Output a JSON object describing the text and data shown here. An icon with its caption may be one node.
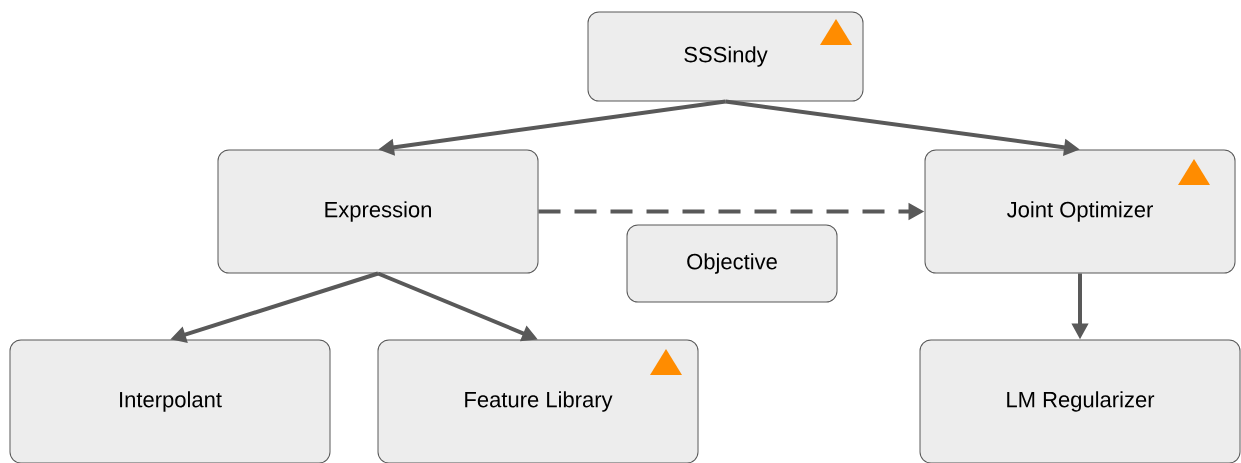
{
  "diagram": {
    "nodes": [
      {
        "text": [
          "SSSindy"
        ]
      },
      {
        "text": [
          "Expression"
        ]
      },
      {
        "text": [
          "Joint Optimizer"
        ]
      },
      {
        "text": [
          "Objective"
        ]
      },
      {
        "text": [
          "Interpolant"
        ]
      },
      {
        "text": [
          "Feature Library"
        ]
      },
      {
        "text": [
          "LM Regularizer"
        ]
      }
    ],
    "edges": [
      {
        "from": 0,
        "to": 1,
        "arrow": "to"
      },
      {
        "from": 0,
        "to": 2,
        "arrow": "to"
      },
      {
        "from": 1,
        "to": 2,
        "arrow": "to",
        "style": "dashed"
      },
      {
        "from": 1,
        "to": 4,
        "arrow": "to"
      },
      {
        "from": 1,
        "to": 5,
        "arrow": "to"
      },
      {
        "from": 2,
        "to": 6,
        "arrow": "to"
      }
    ]
  }
}
